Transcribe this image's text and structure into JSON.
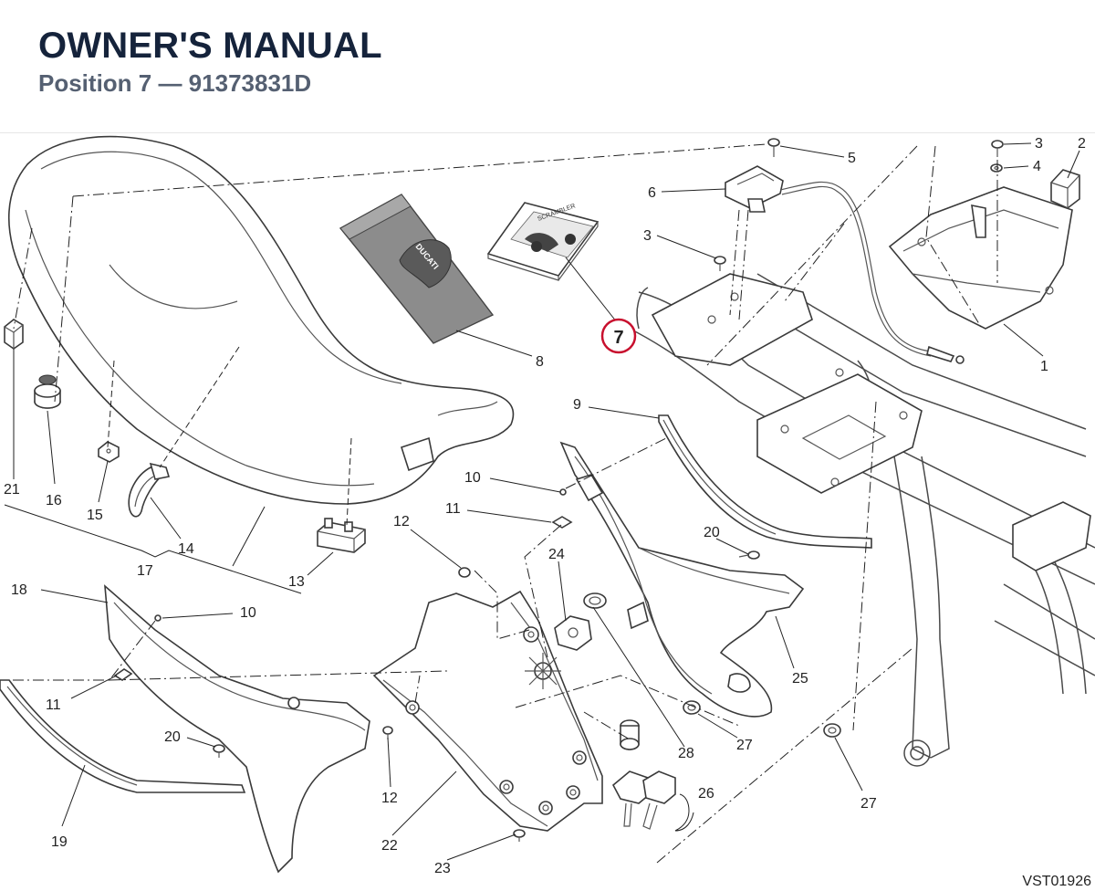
{
  "header": {
    "title": "OWNER'S MANUAL",
    "subtitle": "Position 7 — 91373831D"
  },
  "diagram": {
    "highlight": {
      "label": "7",
      "color": "#c8102e"
    },
    "code": "VST01926",
    "callouts": [
      "1",
      "2",
      "3",
      "3",
      "4",
      "5",
      "6",
      "8",
      "9",
      "10",
      "10",
      "11",
      "11",
      "12",
      "12",
      "13",
      "14",
      "15",
      "16",
      "17",
      "18",
      "19",
      "20",
      "20",
      "21",
      "22",
      "23",
      "24",
      "25",
      "26",
      "27",
      "27",
      "28"
    ],
    "brand_mark": "DUCATI",
    "manual_cover_text": "SCRAMBLER"
  }
}
